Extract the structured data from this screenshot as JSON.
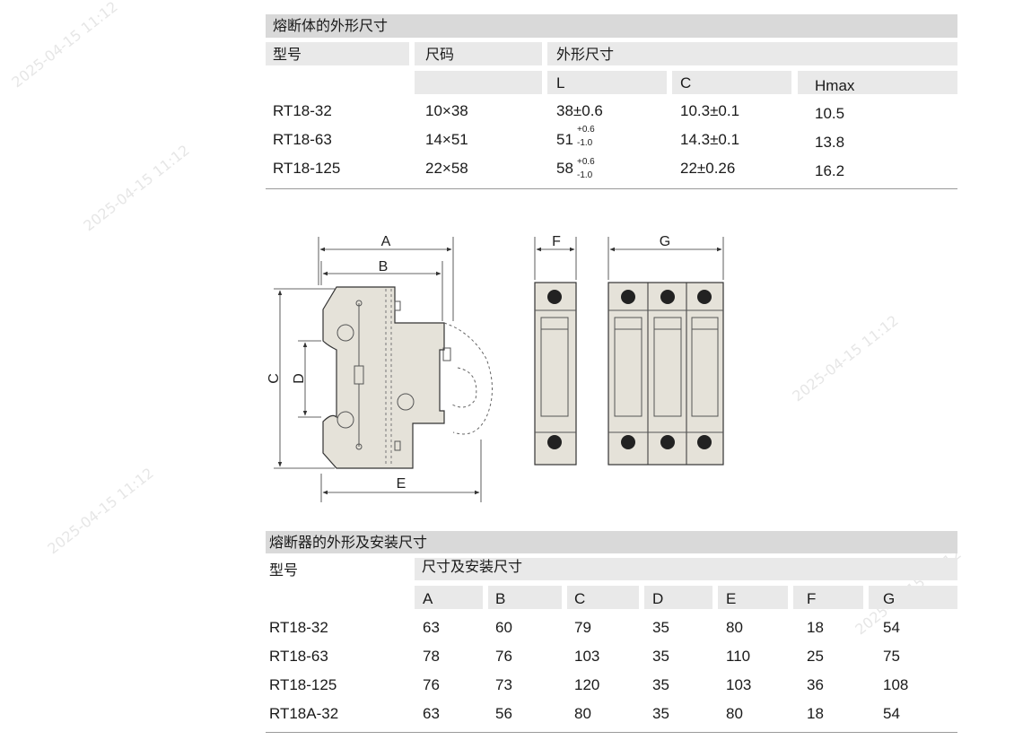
{
  "table1": {
    "title": "熔断体的外形尺寸",
    "headers": {
      "model": "型号",
      "size": "尺码",
      "outline": "外形尺寸"
    },
    "subheaders": [
      "L",
      "C",
      "Hmax"
    ],
    "rows": [
      {
        "model": "RT18-32",
        "size": "10×38",
        "L": "38±0.6",
        "L_tol_plus": "",
        "L_tol_minus": "",
        "C": "10.3±0.1",
        "H": "10.5"
      },
      {
        "model": "RT18-63",
        "size": "14×51",
        "L": "51",
        "L_tol_plus": "+0.6",
        "L_tol_minus": "-1.0",
        "C": "14.3±0.1",
        "H": "13.8"
      },
      {
        "model": "RT18-125",
        "size": "22×58",
        "L": "58",
        "L_tol_plus": "+0.6",
        "L_tol_minus": "-1.0",
        "C": "22±0.26",
        "H": "16.2"
      }
    ]
  },
  "diagram": {
    "labels": {
      "A": "A",
      "B": "B",
      "C": "C",
      "D": "D",
      "E": "E",
      "F": "F",
      "G": "G"
    },
    "colors": {
      "body_fill": "#e5e2d9",
      "outline": "#333333",
      "terminal": "#222222"
    }
  },
  "table2": {
    "title": "熔断器的外形及安装尺寸",
    "headers": {
      "model": "型号",
      "dims": "尺寸及安装尺寸"
    },
    "subheaders": [
      "A",
      "B",
      "C",
      "D",
      "E",
      "F",
      "G"
    ],
    "rows": [
      {
        "model": "RT18-32",
        "v": [
          "63",
          "60",
          "79",
          "35",
          "80",
          "18",
          "54"
        ]
      },
      {
        "model": "RT18-63",
        "v": [
          "78",
          "76",
          "103",
          "35",
          "110",
          "25",
          "75"
        ]
      },
      {
        "model": "RT18-125",
        "v": [
          "76",
          "73",
          "120",
          "35",
          "103",
          "36",
          "108"
        ]
      },
      {
        "model": "RT18A-32",
        "v": [
          "63",
          "56",
          "80",
          "35",
          "80",
          "18",
          "54"
        ]
      }
    ]
  },
  "watermark": {
    "text": "2025-04-15  11:12"
  }
}
